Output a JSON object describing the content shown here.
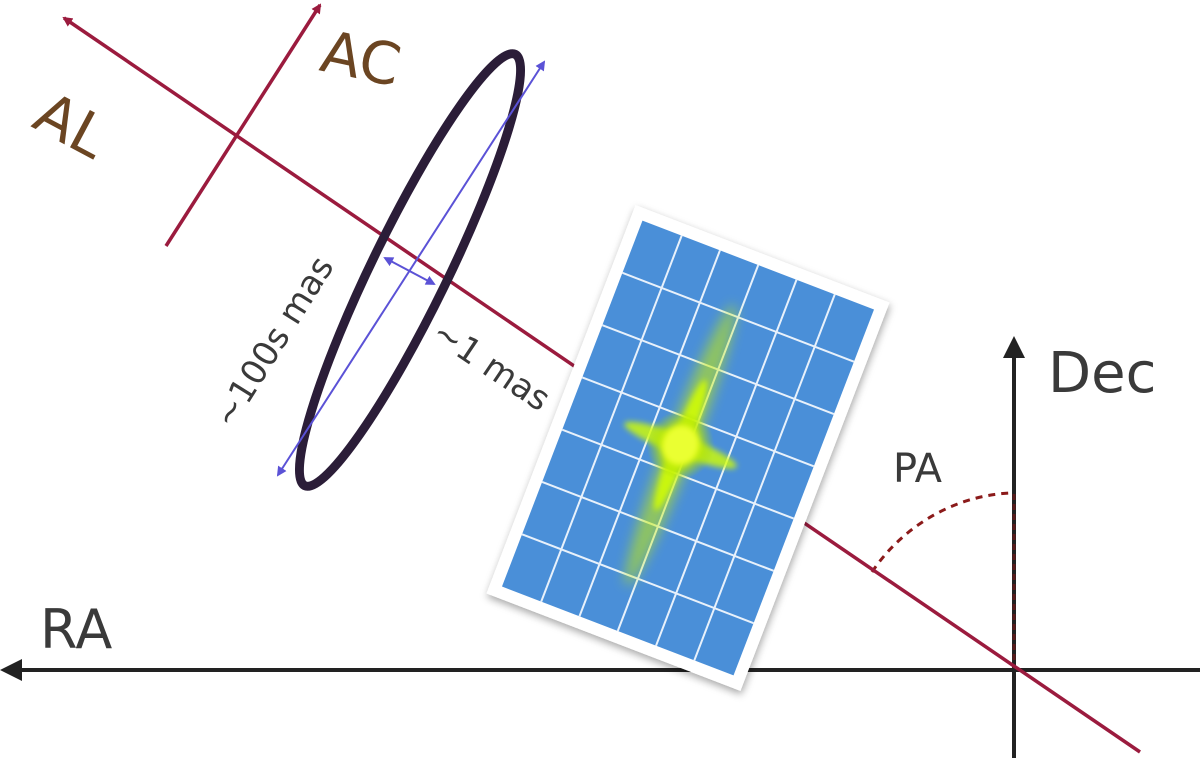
{
  "labels": {
    "al": "AL",
    "ac": "AC",
    "ra": "RA",
    "dec": "Dec",
    "pa": "PA",
    "major_axis": "~100s  mas",
    "minor_axis": "~1 mas"
  },
  "colors": {
    "scan_axis": "#9b1b3e",
    "frame_axis": "#222222",
    "axis_label_brown": "#6b4522",
    "frame_label": "#3a3a3a",
    "ellipse": "#2b1d38",
    "measure_arrow": "#5b52d6",
    "detector_bg": "#4a8fd8",
    "detector_grid": "#e8f1fb",
    "psf": "#c8f000",
    "pa_arc": "#8b1a1a"
  }
}
